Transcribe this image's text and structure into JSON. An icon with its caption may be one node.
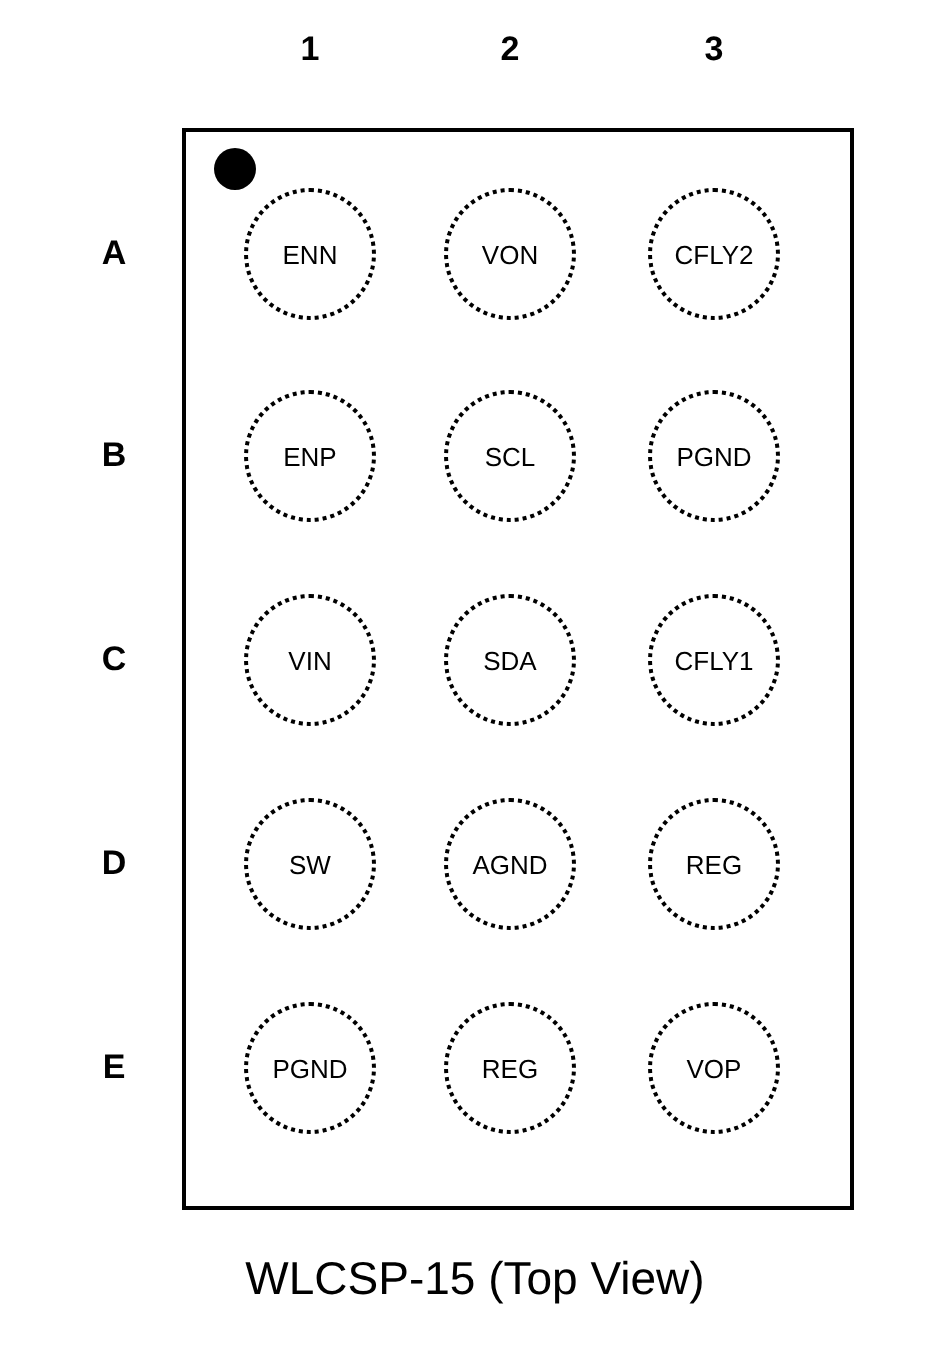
{
  "diagram": {
    "caption": "WLCSP-15 (Top View)",
    "nodes": [
      {
        "text": [],
        "shape": "box"
      },
      {
        "text": [
          "ENN"
        ],
        "in": 0
      },
      {
        "text": [
          "VON"
        ],
        "in": 0
      },
      {
        "text": [
          "CFLY2"
        ],
        "in": 0
      },
      {
        "text": [
          "ENP"
        ],
        "in": 0
      },
      {
        "text": [
          "SCL"
        ],
        "in": 0
      },
      {
        "text": [
          "PGND"
        ],
        "in": 0
      },
      {
        "text": [
          "VIN"
        ],
        "in": 0
      },
      {
        "text": [
          "SDA"
        ],
        "in": 0
      },
      {
        "text": [
          "CFLY1"
        ],
        "in": 0
      },
      {
        "text": [
          "SW"
        ],
        "in": 0
      },
      {
        "text": [
          "AGND"
        ],
        "in": 0
      },
      {
        "text": [
          "REG"
        ],
        "in": 0
      },
      {
        "text": [
          "PGND"
        ],
        "in": 0
      },
      {
        "text": [
          "REG"
        ],
        "in": 0
      },
      {
        "text": [
          "VOP"
        ],
        "in": 0
      }
    ],
    "labels": [
      "1",
      "2",
      "3",
      "A",
      "B",
      "C",
      "D",
      "E"
    ]
  }
}
